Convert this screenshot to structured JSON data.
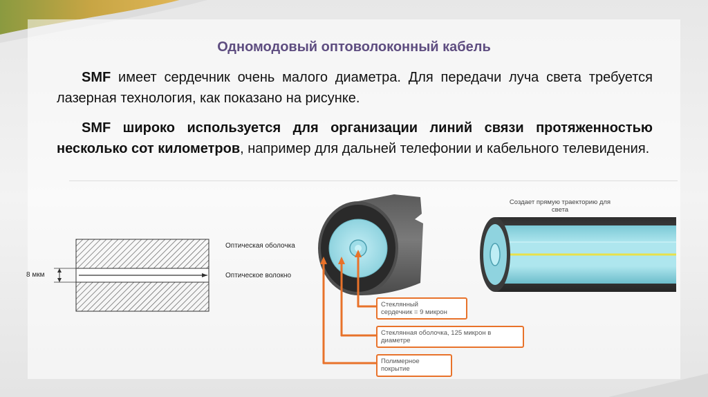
{
  "slide": {
    "title": "Одномодовый оптоволоконный кабель",
    "p1_lead": "SMF",
    "p1_text": " имеет сердечник очень малого диаметра. Для передачи луча света требуется лазерная технология, как показано на рисунке.",
    "p2_lead": "SMF широко используется для организации линий связи протяженностью несколько сот километров",
    "p2_text": ", например для дальней телефонии и кабельного телевидения."
  },
  "diagram_left": {
    "label_cladding": "Оптическая оболочка",
    "label_core": "Оптическое волокно",
    "label_size": "8 мкм"
  },
  "diagram_cable": {
    "core_line1": "Стеклянный",
    "core_line2": "сердечник = 9 микрон",
    "cladding_line1": "Стеклянная оболочка, 125 микрон в",
    "cladding_line2": "диаметре",
    "coating_line1": "Полимерное",
    "coating_line2": "покрытие"
  },
  "diagram_right": {
    "caption_line1": "Создает прямую траекторию для",
    "caption_line2": "света"
  },
  "colors": {
    "title": "#5e4d80",
    "accent_orange": "#e8722a",
    "fiber_cyan": "#9fdde8",
    "core_yellow": "#e8e04a"
  }
}
